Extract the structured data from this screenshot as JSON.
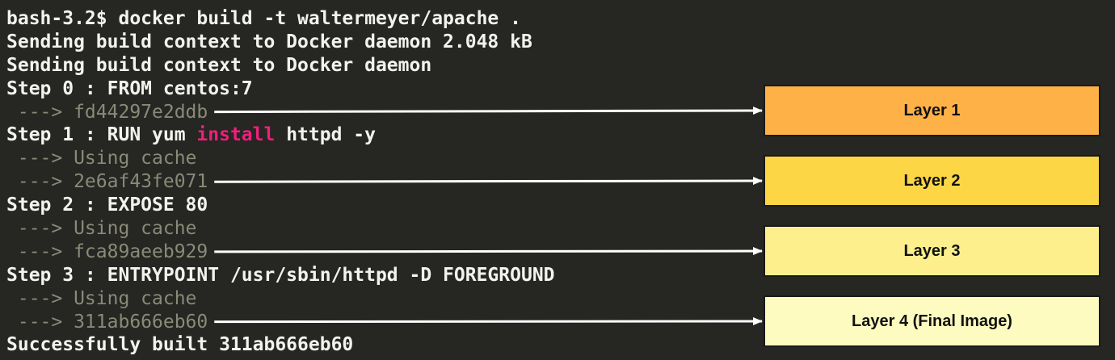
{
  "terminal": {
    "prompt_line": "bash-3.2$ docker build -t waltermeyer/apache .",
    "sending_1": "Sending build context to Docker daemon 2.048 kB",
    "sending_2": "Sending build context to Docker daemon",
    "step0": "Step 0 : FROM centos:7",
    "step0_id": " ---> fd44297e2ddb",
    "step1_prefix": "Step 1 : RUN yum ",
    "step1_keyword": "install",
    "step1_suffix": " httpd -y",
    "step1_cache": " ---> Using cache",
    "step1_id": " ---> 2e6af43fe071",
    "step2": "Step 2 : EXPOSE 80",
    "step2_cache": " ---> Using cache",
    "step2_id": " ---> fca89aeeb929",
    "step3": "Step 3 : ENTRYPOINT /usr/sbin/httpd -D FOREGROUND",
    "step3_cache": " ---> Using cache",
    "step3_id": " ---> 311ab666eb60",
    "success": "Successfully built 311ab666eb60"
  },
  "layers": [
    {
      "label": "Layer 1",
      "color": "#fdb147"
    },
    {
      "label": "Layer 2",
      "color": "#fdd645"
    },
    {
      "label": "Layer 3",
      "color": "#fdf08c"
    },
    {
      "label": "Layer 4 (Final Image)",
      "color": "#fdfbbf"
    }
  ],
  "colors": {
    "background": "#262623",
    "text": "#f2f2ee",
    "dim_text": "#8a8a78",
    "keyword": "#f01f7a",
    "arrow": "#ffffff"
  }
}
